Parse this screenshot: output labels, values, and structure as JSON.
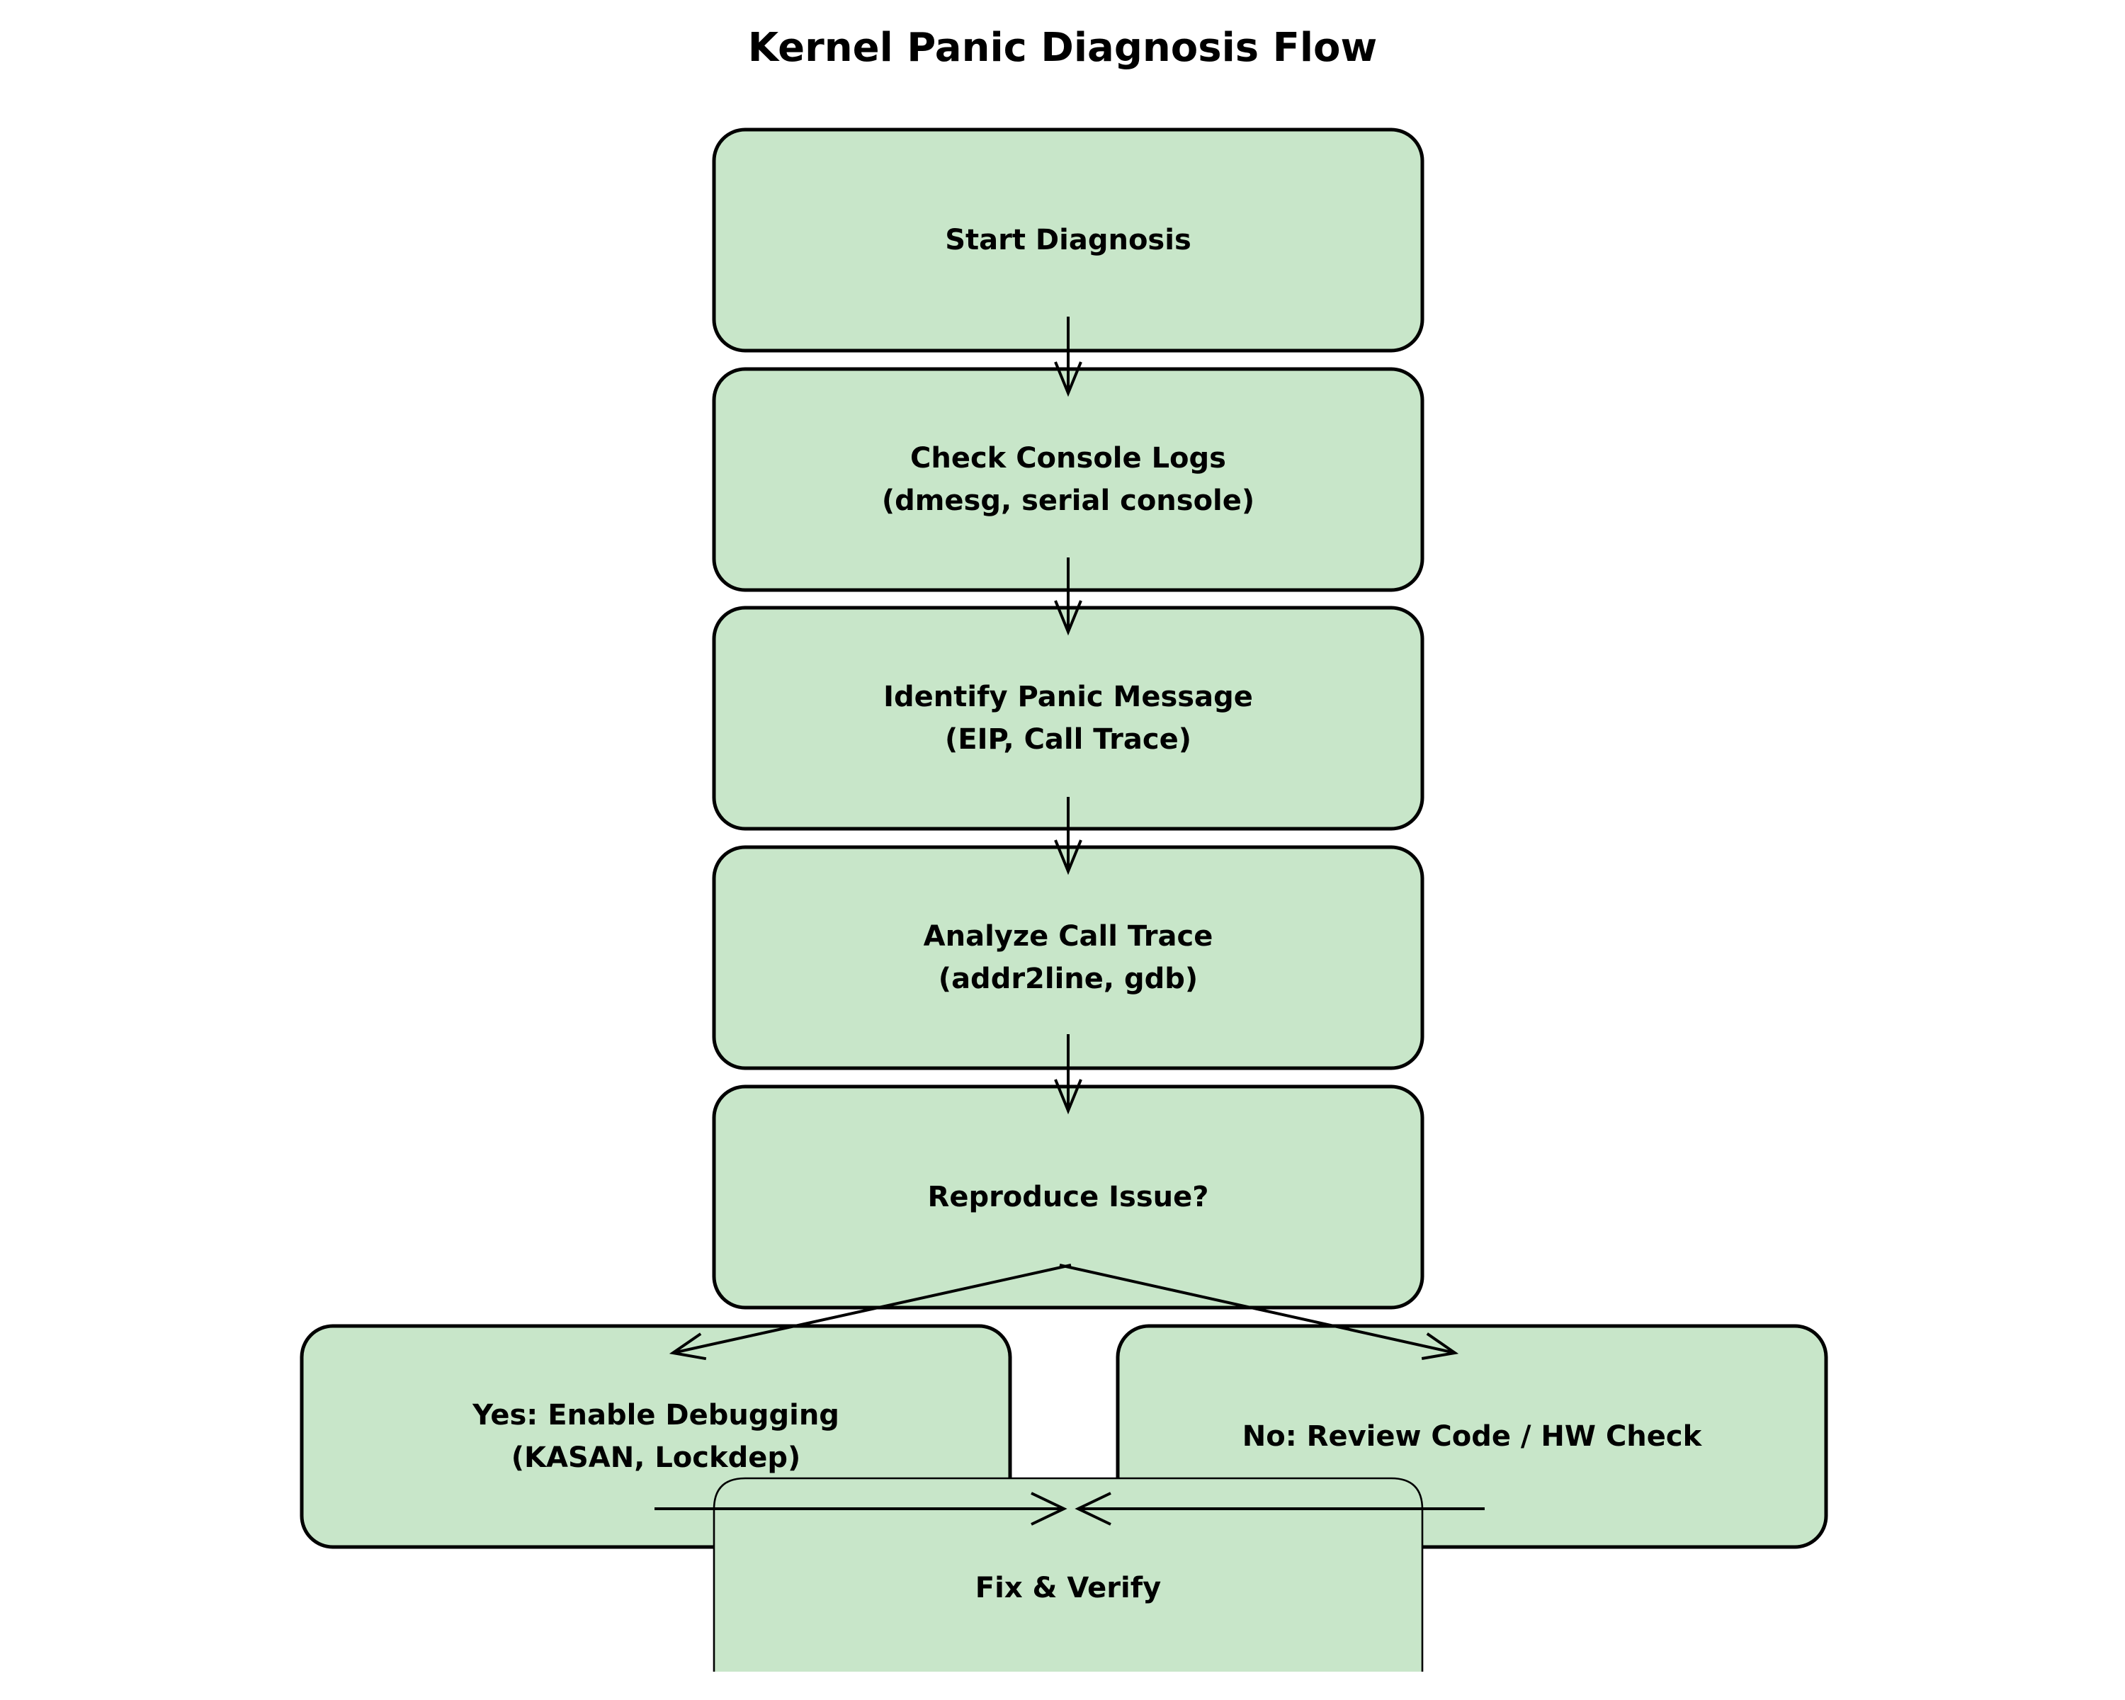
{
  "title": "Kernel Panic Diagnosis Flow",
  "colors": {
    "background": "#ffffff",
    "node_fill": "#c8e6c9",
    "node_border": "#000000",
    "arrow": "#000000",
    "text": "#000000"
  },
  "nodes": {
    "start": {
      "line1": "Start Diagnosis",
      "line2": ""
    },
    "logs": {
      "line1": "Check Console Logs",
      "line2": "(dmesg, serial console)"
    },
    "panic": {
      "line1": "Identify Panic Message",
      "line2": "(EIP, Call Trace)"
    },
    "trace": {
      "line1": "Analyze Call Trace",
      "line2": "(addr2line, gdb)"
    },
    "repro": {
      "line1": "Reproduce Issue?",
      "line2": ""
    },
    "yes": {
      "line1": "Yes: Enable Debugging",
      "line2": "(KASAN, Lockdep)"
    },
    "no": {
      "line1": "No: Review Code / HW Check",
      "line2": ""
    },
    "fix": {
      "line1": "Fix & Verify",
      "line2": ""
    }
  },
  "edges": [
    {
      "from": "start",
      "to": "logs"
    },
    {
      "from": "logs",
      "to": "panic"
    },
    {
      "from": "panic",
      "to": "trace"
    },
    {
      "from": "trace",
      "to": "repro"
    },
    {
      "from": "repro",
      "to": "yes"
    },
    {
      "from": "repro",
      "to": "no"
    },
    {
      "from": "yes",
      "to": "fix"
    },
    {
      "from": "no",
      "to": "fix"
    }
  ]
}
